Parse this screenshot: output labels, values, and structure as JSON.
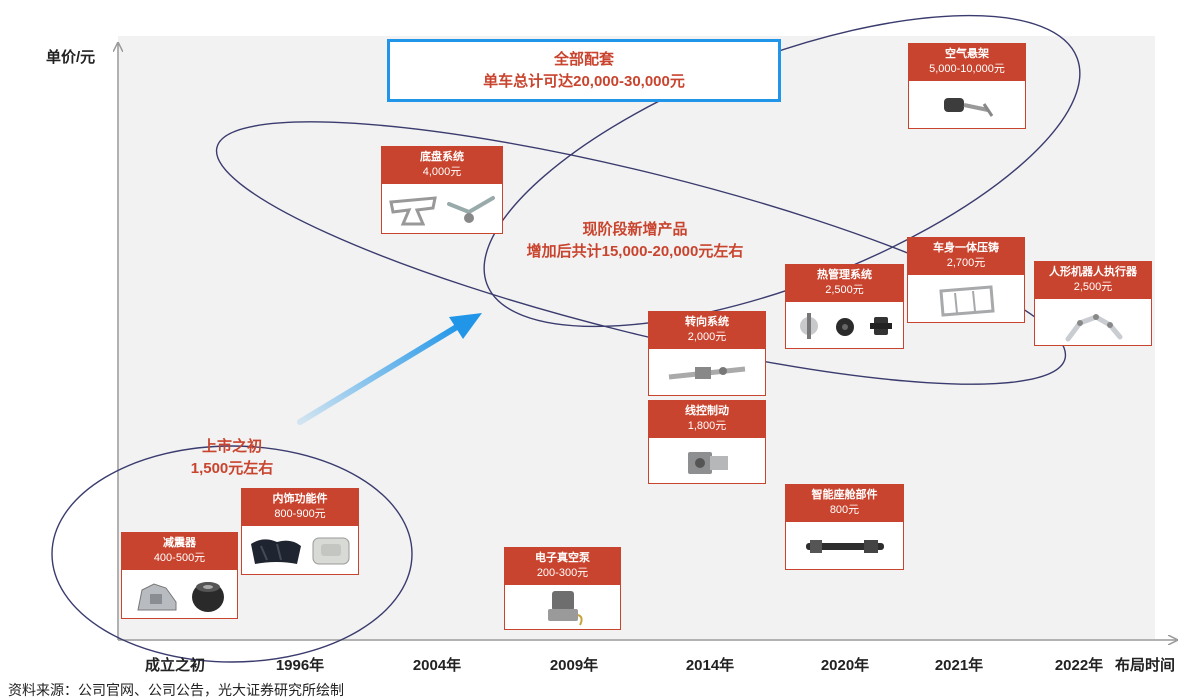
{
  "axes": {
    "y_label": "单价/元",
    "x_label": "布局时间",
    "x_ticks": [
      "成立之初",
      "1996年",
      "2004年",
      "2009年",
      "2014年",
      "2020年",
      "2021年",
      "2022年"
    ]
  },
  "source": "资料来源：公司官网、公司公告，光大证券研究所绘制",
  "callouts": {
    "initial_line1": "上市之初",
    "initial_line2": "1,500元左右",
    "current_line1": "现阶段新增产品",
    "current_line2": "增加后共计15,000-20,000元左右",
    "full_line1": "全部配套",
    "full_line2": "单车总计可达20,000-30,000元"
  },
  "products": [
    {
      "name": "减震器",
      "price": "400-500元",
      "icon": "shock-absorber-photo"
    },
    {
      "name": "内饰功能件",
      "price": "800-900元",
      "icon": "interior-parts-photo"
    },
    {
      "name": "底盘系统",
      "price": "4,000元",
      "icon": "chassis-subframe-photo"
    },
    {
      "name": "电子真空泵",
      "price": "200-300元",
      "icon": "vacuum-pump-photo"
    },
    {
      "name": "转向系统",
      "price": "2,000元",
      "icon": "steering-rack-photo"
    },
    {
      "name": "线控制动",
      "price": "1,800元",
      "icon": "brake-by-wire-photo"
    },
    {
      "name": "热管理系统",
      "price": "2,500元",
      "icon": "thermal-management-photo"
    },
    {
      "name": "智能座舱部件",
      "price": "800元",
      "icon": "cockpit-part-photo"
    },
    {
      "name": "车身一体压铸",
      "price": "2,700元",
      "icon": "die-casting-photo"
    },
    {
      "name": "空气悬架",
      "price": "5,000-10,000元",
      "icon": "air-suspension-photo"
    },
    {
      "name": "人形机器人执行器",
      "price": "2,500元",
      "icon": "robot-arm-photo"
    }
  ],
  "colors": {
    "accent": "#c9442e",
    "highlight": "#2196e8",
    "ellipse": "#3a3b6e",
    "plot_bg": "#f2f2f2"
  }
}
